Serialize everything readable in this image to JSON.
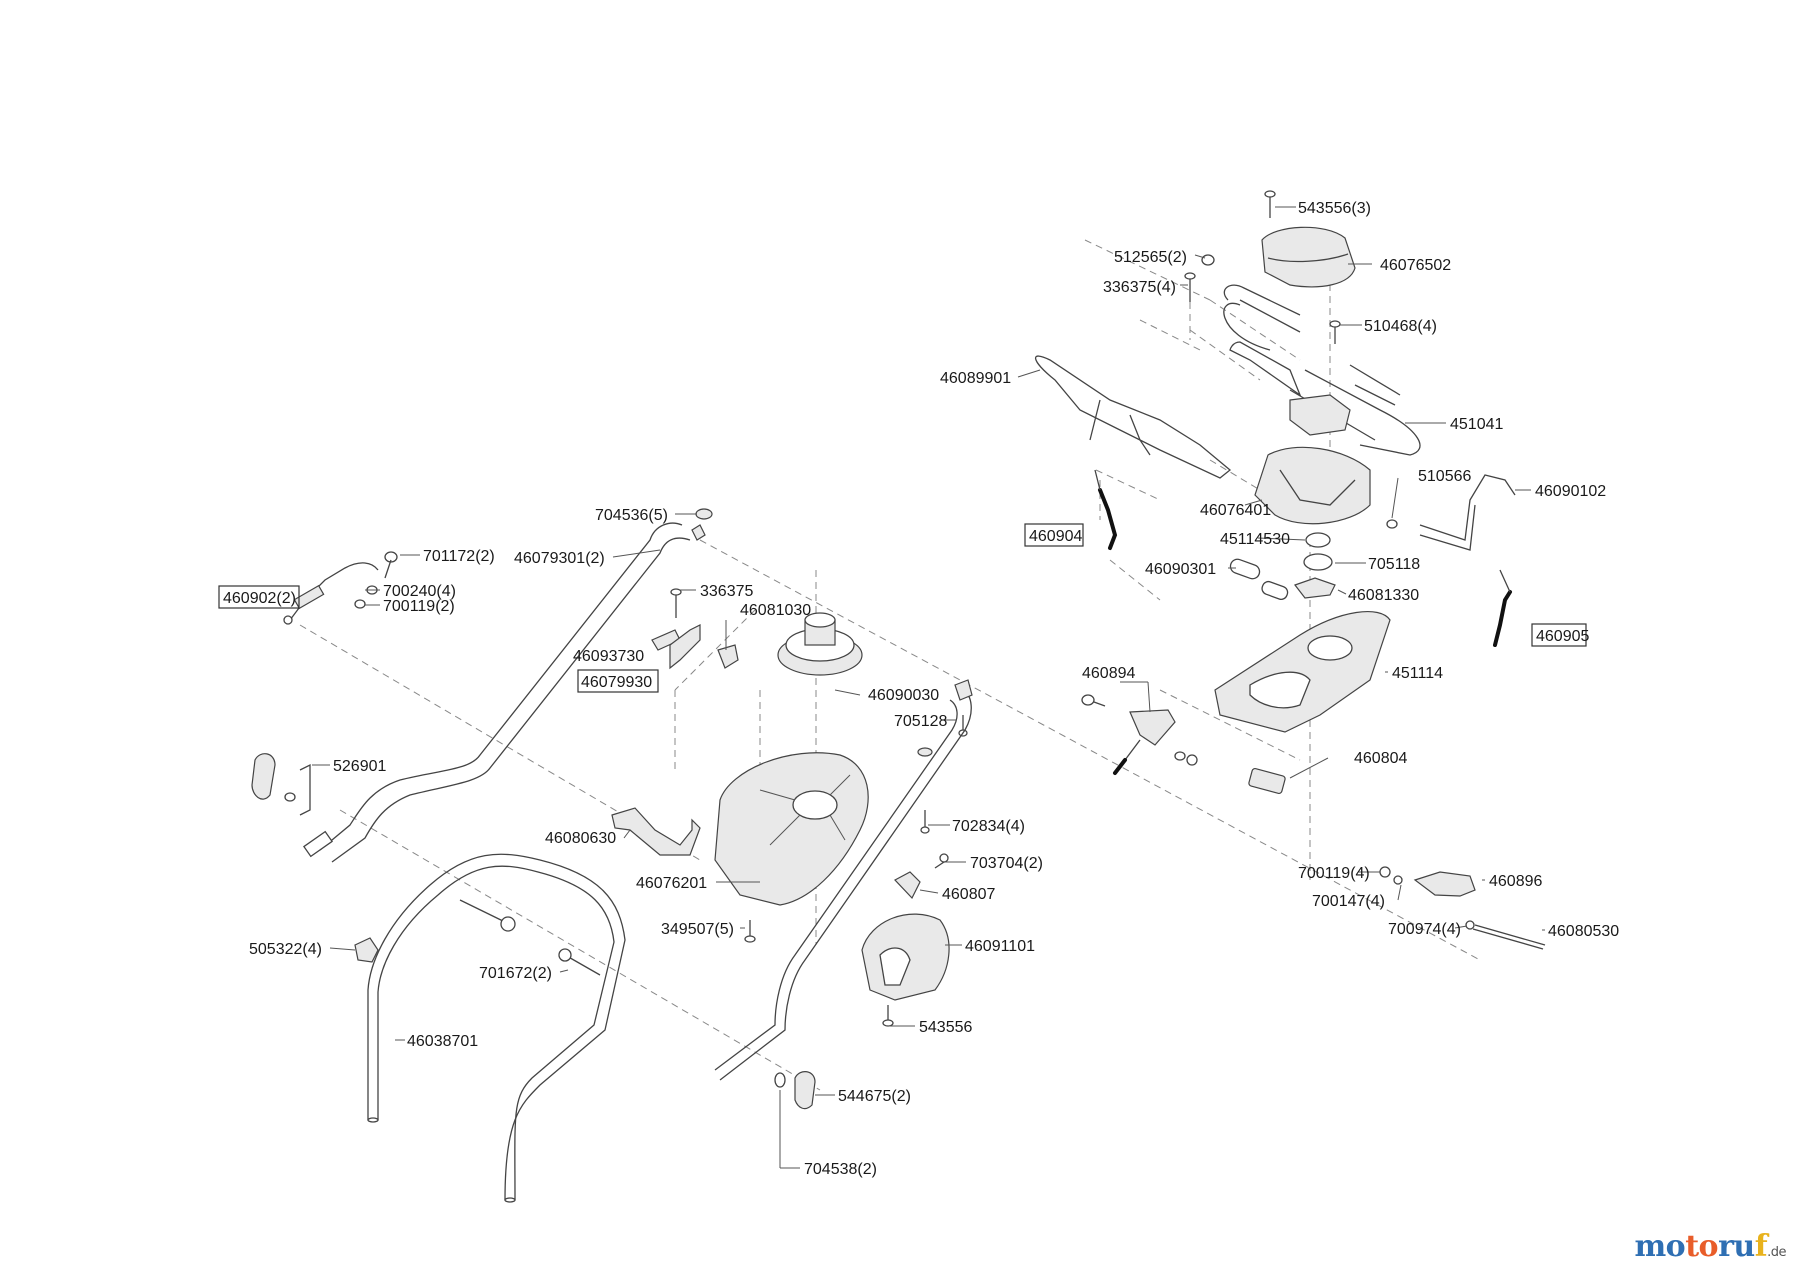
{
  "diagram": {
    "labels": {
      "p543556_3": "543556(3)",
      "p512565_2": "512565(2)",
      "p46076502": "46076502",
      "p336375_4": "336375(4)",
      "p510468_4": "510468(4)",
      "p46089901": "46089901",
      "p451041": "451041",
      "p510566": "510566",
      "p46090102": "46090102",
      "p46076401": "46076401",
      "p460904": "460904",
      "p45114530": "45114530",
      "p705118": "705118",
      "p46090301": "46090301",
      "p46081330": "46081330",
      "p460905": "460905",
      "p451114": "451114",
      "p460894": "460894",
      "p460804": "460804",
      "p700119_4": "700119(4)",
      "p460896": "460896",
      "p700147_4": "700147(4)",
      "p700974_4": "700974(4)",
      "p46080530": "46080530",
      "p704536_5": "704536(5)",
      "p46079301_2": "46079301(2)",
      "p701172_2": "701172(2)",
      "p460902_2": "460902(2)",
      "p700240_4": "700240(4)",
      "p700119_2": "700119(2)",
      "p336375": "336375",
      "p46081030": "46081030",
      "p46093730": "46093730",
      "p46079930": "46079930",
      "p46090030": "46090030",
      "p705128": "705128",
      "p526901": "526901",
      "p46080630": "46080630",
      "p702834_4": "702834(4)",
      "p703704_2": "703704(2)",
      "p46076201": "46076201",
      "p460807": "460807",
      "p349507_5": "349507(5)",
      "p46091101": "46091101",
      "p505322_4": "505322(4)",
      "p701672_2": "701672(2)",
      "p46038701": "46038701",
      "p543556": "543556",
      "p544675_2": "544675(2)",
      "p704538_2": "704538(2)"
    }
  },
  "brand": {
    "part1": "mo",
    "part2": "to",
    "part3": "ru",
    "part4": "f",
    "tld": ".de"
  }
}
